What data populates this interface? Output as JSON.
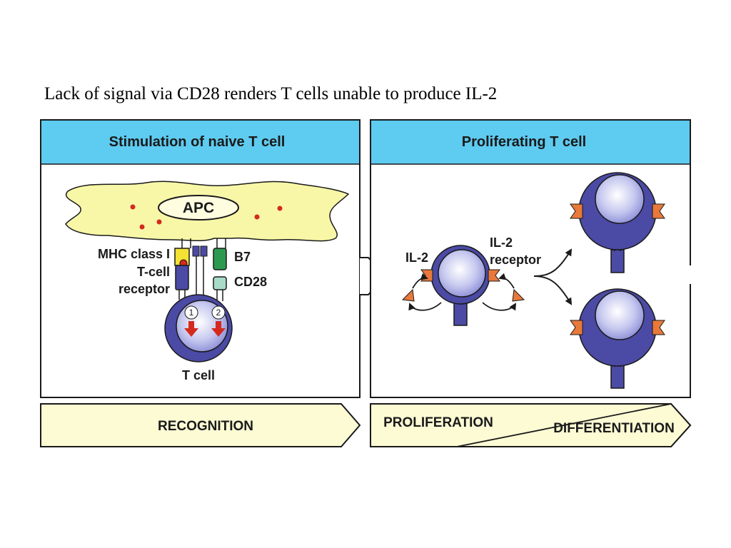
{
  "title": "Lack of signal via CD28 renders T cells unable to produce IL-2",
  "left_panel": {
    "header": "Stimulation of naive T cell",
    "apc_label": "APC",
    "mhc_label": "MHC class I",
    "tcr_label_1": "T-cell",
    "tcr_label_2": "receptor",
    "b7_label": "B7",
    "cd28_label": "CD28",
    "signal_1": "1",
    "signal_2": "2",
    "tcell_label": "T  cell"
  },
  "right_panel": {
    "header": "Proliferating T cell",
    "il2_label": "IL-2",
    "il2r_label_1": "IL-2",
    "il2r_label_2": "receptor"
  },
  "stages": {
    "recognition": "RECOGNITION",
    "proliferation": "PROLIFERATION",
    "differentiation": "DIFFERENTIATION"
  },
  "colors": {
    "header_blue": "#5ecbf0",
    "apc_yellow": "#f8f7a8",
    "cell_purple": "#4b4aa4",
    "receptor_orange": "#e8793a",
    "arrow_red": "#d42a1e",
    "stage_yellow": "#fdfbd4",
    "b7_green": "#2c9a4e",
    "cd28_teal": "#a8dcc8"
  }
}
